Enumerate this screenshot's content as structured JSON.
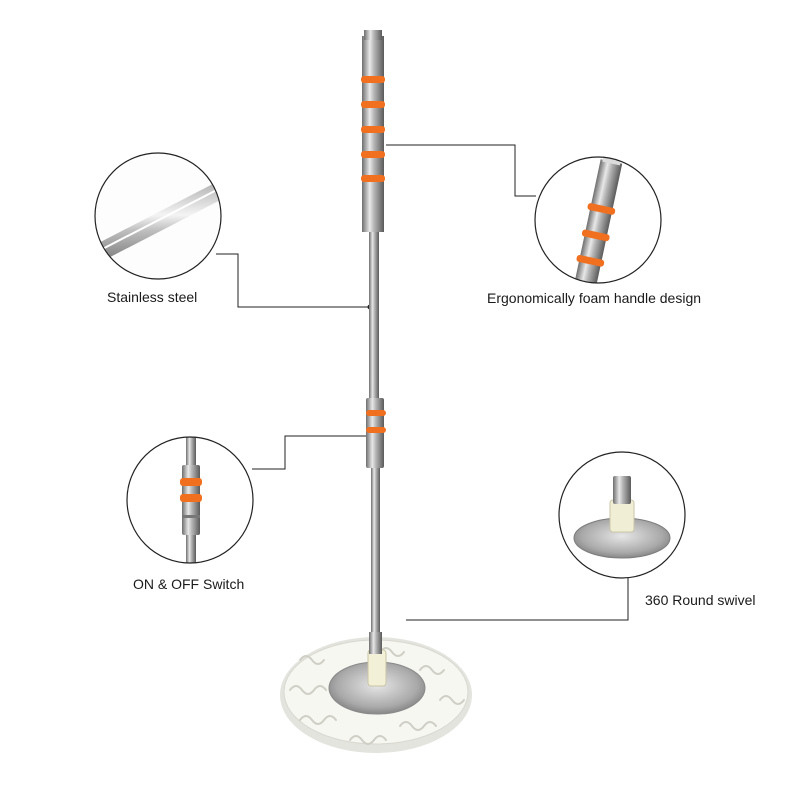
{
  "callouts": {
    "steel": {
      "label": "Stainless steel",
      "icon": "steel-rod-closeup"
    },
    "handle": {
      "label": "Ergonomically foam handle design",
      "icon": "handle-closeup"
    },
    "switch": {
      "label": "ON & OFF Switch",
      "icon": "switch-closeup"
    },
    "swivel": {
      "label": "360 Round swivel",
      "icon": "swivel-closeup"
    }
  },
  "colors": {
    "background": "#ffffff",
    "steel": "#a8a8a8",
    "accent_orange": "#f07020",
    "mop_fiber": "#f2f2ec",
    "leader_line": "#222222"
  }
}
